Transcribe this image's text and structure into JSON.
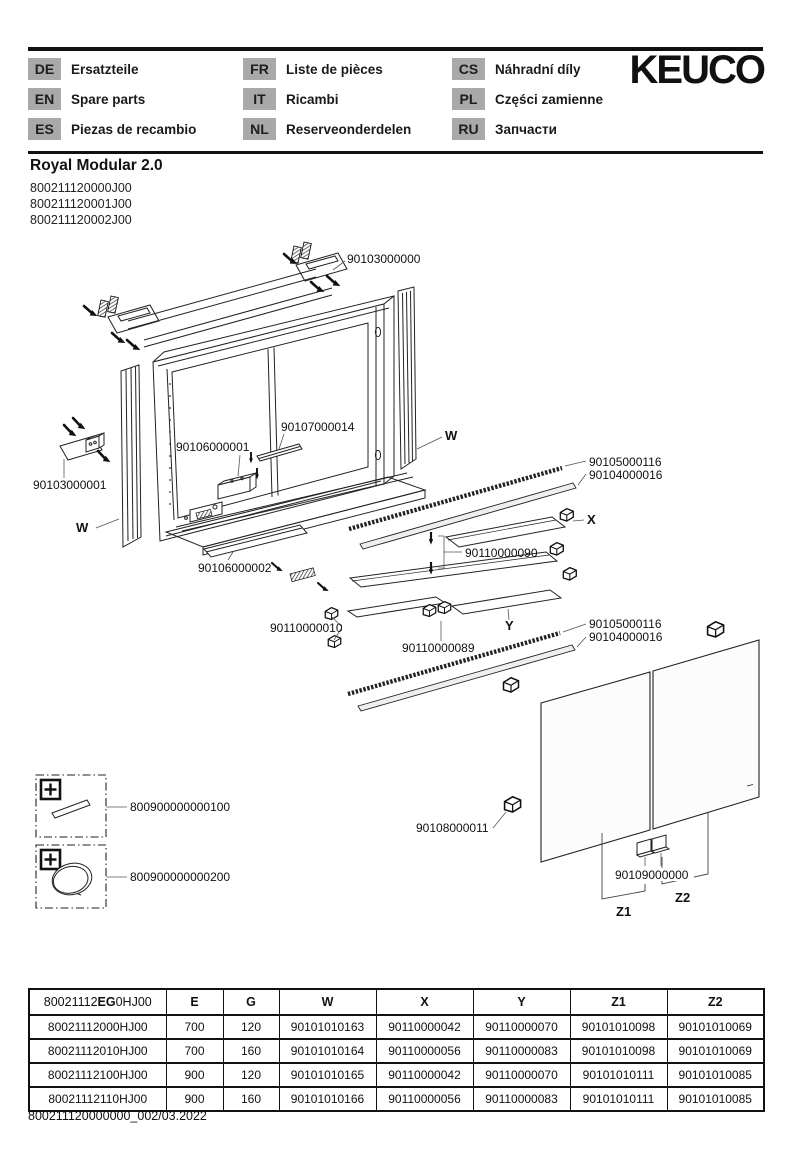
{
  "header": {
    "logo": "KEUCO",
    "languages": [
      {
        "code": "DE",
        "label": "Ersatzteile"
      },
      {
        "code": "EN",
        "label": "Spare parts"
      },
      {
        "code": "ES",
        "label": "Piezas de recambio"
      },
      {
        "code": "FR",
        "label": "Liste de pièces"
      },
      {
        "code": "IT",
        "label": "Ricambi"
      },
      {
        "code": "NL",
        "label": "Reserveonderdelen"
      },
      {
        "code": "CS",
        "label": "Náhradní díly"
      },
      {
        "code": "PL",
        "label": "Części zamienne"
      },
      {
        "code": "RU",
        "label": "Запчасти"
      }
    ]
  },
  "product": {
    "name": "Royal Modular 2.0",
    "variants": [
      "800211120000J00",
      "800211120001J00",
      "800211120002J00"
    ]
  },
  "diagram": {
    "labels": {
      "rail_bracket_top": "90103000000",
      "rail_bracket_left": "90103000001",
      "w_left": "W",
      "w_right": "W",
      "interior_unit": "90106000001",
      "light_module": "90107000014",
      "bottom_tray": "90106000002",
      "led_strip": "90105000116",
      "led_profile": "90104000016",
      "shelf_x": "X",
      "shelf_mid": "90110000090",
      "shelf_clips_left": "90110000010",
      "shelf_y": "Y",
      "shelf_clips_mid": "90110000089",
      "door_damper": "90108000011",
      "door_handle": "90109000000",
      "z1": "Z1",
      "z2": "Z2",
      "accessory_strip": "800900000000100",
      "accessory_oval": "800900000000200"
    }
  },
  "table": {
    "model_header": {
      "pre": "80021112",
      "bold": "EG",
      "post": "0HJ00"
    },
    "headers": [
      "E",
      "G",
      "W",
      "X",
      "Y",
      "Z1",
      "Z2"
    ],
    "rows": [
      [
        "80021112000HJ00",
        "700",
        "120",
        "90101010163",
        "90110000042",
        "90110000070",
        "90101010098",
        "90101010069"
      ],
      [
        "80021112010HJ00",
        "700",
        "160",
        "90101010164",
        "90110000056",
        "90110000083",
        "90101010098",
        "90101010069"
      ],
      [
        "80021112100HJ00",
        "900",
        "120",
        "90101010165",
        "90110000042",
        "90110000070",
        "90101010111",
        "90101010085"
      ],
      [
        "80021112110HJ00",
        "900",
        "160",
        "90101010166",
        "90110000056",
        "90110000083",
        "90101010111",
        "90101010085"
      ]
    ]
  },
  "footer": {
    "doc_ref": "800211120000000_002/03.2022"
  },
  "colors": {
    "badge_bg": "#a9a9a9",
    "line": "#111111"
  }
}
